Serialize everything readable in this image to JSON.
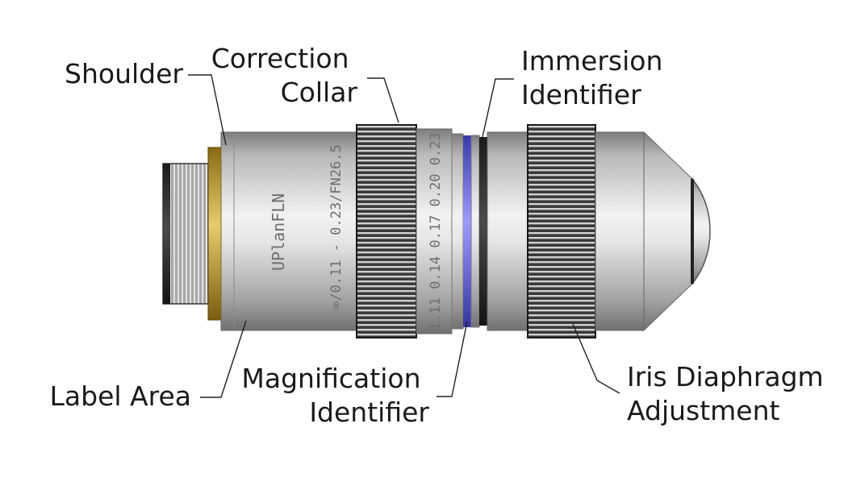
{
  "objective": {
    "model_label": "UPlanFLN",
    "spec_label": "∞/0.11 - 0.23/FN26.5",
    "collar_scale": "1.11  0.14  0.17  0.20  0.23"
  },
  "labels": {
    "shoulder": [
      "Shoulder"
    ],
    "correction_collar": [
      "Correction",
      "Collar"
    ],
    "immersion_identifier": [
      "Immersion",
      "Identifier"
    ],
    "label_area": [
      "Label Area"
    ],
    "magnification_identifier": [
      "Magnification",
      "Identifier"
    ],
    "iris_diaphragm_adjustment": [
      "Iris Diaphragm",
      "Adjustment"
    ]
  },
  "colors": {
    "brass": "#c9a53a",
    "magnification_band": "#6a6ae6",
    "barrel_light": "#eeeeee",
    "barrel_dark": "#8a8a8a",
    "knurl_dark": "#2a2a2a"
  }
}
